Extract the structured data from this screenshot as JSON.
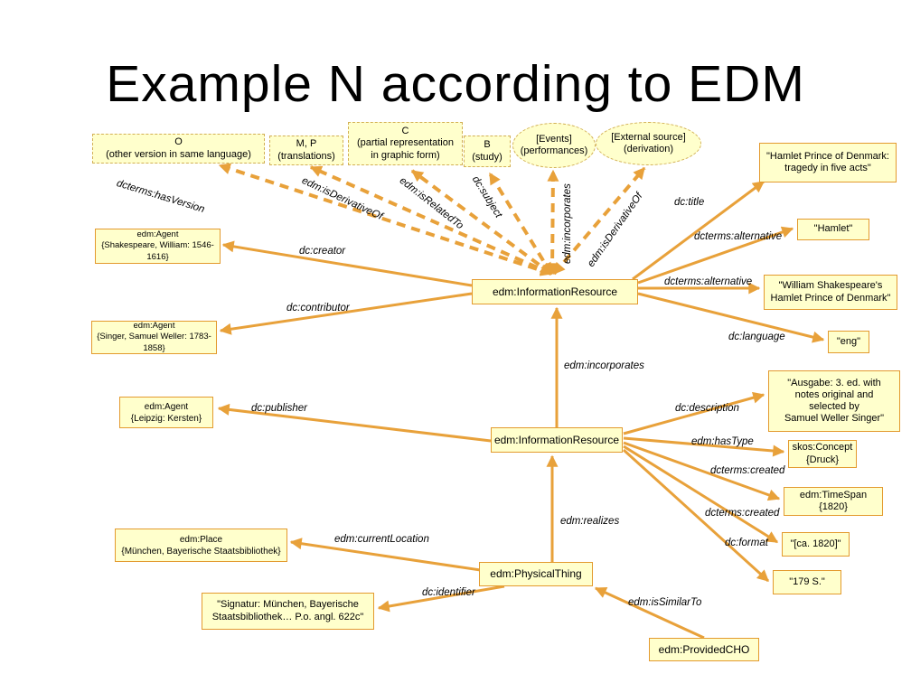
{
  "title": "Example N according to EDM",
  "colors": {
    "background": "#FFFFFF",
    "node_fill": "#FFFFCC",
    "node_border": "#E39A2E",
    "dashed_border": "#D2AF54",
    "arrow": "#E8A13A",
    "text": "#000000"
  },
  "nodes": {
    "o": "O\n(other version in same language)",
    "mp": "M, P\n(translations)",
    "c": "C\n(partial representation\nin graphic form)",
    "b": "B\n(study)",
    "events": "[Events]\n(performances)",
    "external_source": "[External source]\n(derivation)",
    "agent_shakespeare": "edm:Agent\n{Shakespeare, William: 1546-1616}",
    "agent_singer": "edm:Agent\n{Singer, Samuel Weller: 1783-1858}",
    "agent_leipzig": "edm:Agent\n{Leipzig: Kersten}",
    "place": "edm:Place\n{München, Bayerische Staatsbibliothek}",
    "information_resource_1": "edm:InformationResource",
    "information_resource_2": "edm:InformationResource",
    "physical_thing": "edm:PhysicalThing",
    "provided_cho": "edm:ProvidedCHO",
    "skos_concept": "skos:Concept\n{Druck}",
    "timespan": "edm:TimeSpan\n{1820}"
  },
  "literals": {
    "hamlet_title": "\"Hamlet Prince of Denmark:\ntragedy in five acts\"",
    "hamlet": "\"Hamlet\"",
    "william_shakespeares": "\"William Shakespeare's\nHamlet Prince of Denmark\"",
    "eng": "\"eng\"",
    "ausgabe": "\"Ausgabe: 3. ed. with\nnotes original and\nselected by\nSamuel Weller Singer\"",
    "ca_1820": "\"[ca. 1820]\"",
    "pages": "\"179 S.\"",
    "signatur": "\"Signatur: München, Bayerische\nStaatsbibliothek… P.o. angl. 622c\""
  },
  "edges": {
    "hasVersion": "dcterms:hasVersion",
    "isDerivativeOf": "edm:isDerivativeOf",
    "isRelatedTo": "edm:isRelatedTo",
    "subject": "dc:subject",
    "incorporates": "edm:incorporates",
    "title": "dc:title",
    "alternative": "dcterms:alternative",
    "creator": "dc:creator",
    "contributor": "dc:contributor",
    "language": "dc:language",
    "publisher": "dc:publisher",
    "description": "dc:description",
    "hasType": "edm:hasType",
    "created": "dcterms:created",
    "realizes": "edm:realizes",
    "format": "dc:format",
    "currentLocation": "edm:currentLocation",
    "identifier": "dc:identifier",
    "isSimilarTo": "edm:isSimilarTo"
  }
}
